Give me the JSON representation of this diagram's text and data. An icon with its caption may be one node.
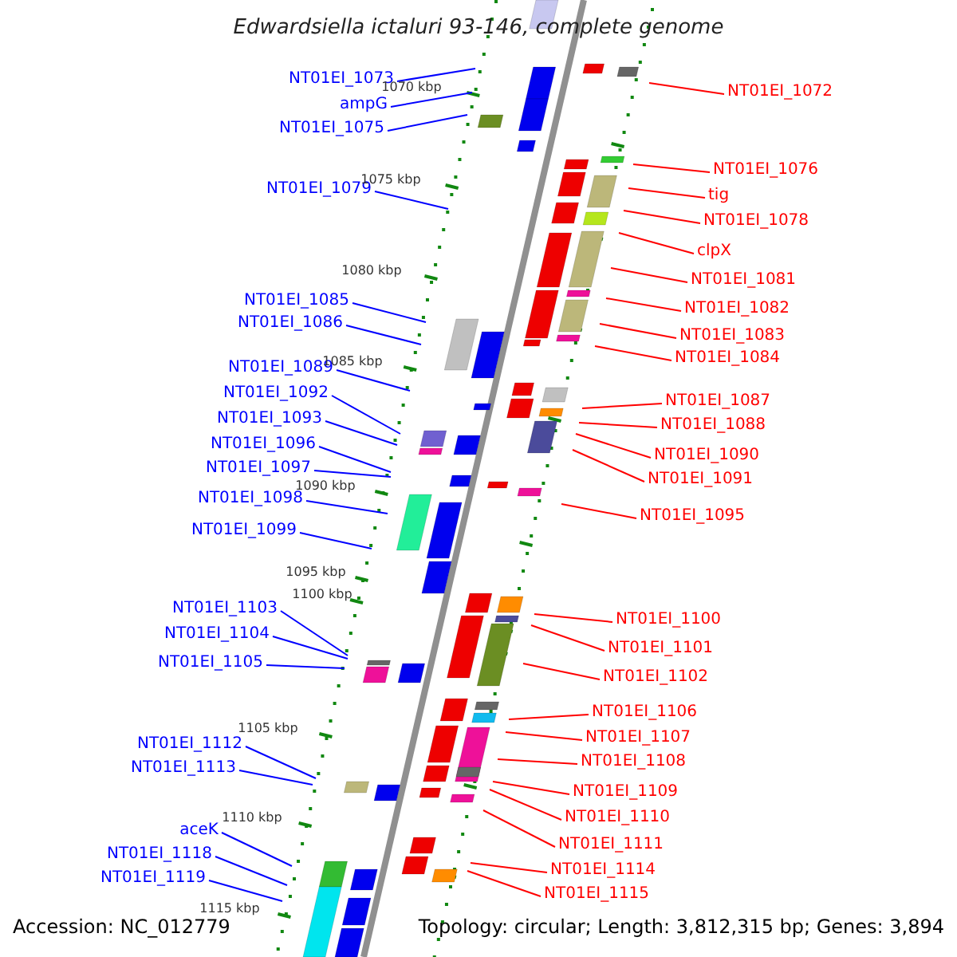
{
  "diagram": {
    "title": "Edwardsiella ictaluri 93-146, complete genome",
    "nodes": [
      {
        "text": [
          "NT01EI_1073"
        ]
      },
      {
        "text": [
          "ampG"
        ]
      },
      {
        "text": [
          "NT01EI_1075"
        ]
      },
      {
        "text": [
          "NT01EI_1079"
        ]
      },
      {
        "text": [
          "NT01EI_1085"
        ]
      },
      {
        "text": [
          "NT01EI_1086"
        ]
      },
      {
        "text": [
          "NT01EI_1089"
        ]
      },
      {
        "text": [
          "NT01EI_1092"
        ]
      },
      {
        "text": [
          "NT01EI_1093"
        ]
      },
      {
        "text": [
          "NT01EI_1096"
        ]
      },
      {
        "text": [
          "NT01EI_1097"
        ]
      },
      {
        "text": [
          "NT01EI_1098"
        ]
      },
      {
        "text": [
          "NT01EI_1099"
        ]
      },
      {
        "text": [
          "NT01EI_1103"
        ]
      },
      {
        "text": [
          "NT01EI_1104"
        ]
      },
      {
        "text": [
          "NT01EI_1105"
        ]
      },
      {
        "text": [
          "NT01EI_1112"
        ]
      },
      {
        "text": [
          "NT01EI_1113"
        ]
      },
      {
        "text": [
          "aceK"
        ]
      },
      {
        "text": [
          "NT01EI_1118"
        ]
      },
      {
        "text": [
          "NT01EI_1119"
        ]
      },
      {
        "text": [
          "NT01EI_1072"
        ]
      },
      {
        "text": [
          "NT01EI_1076"
        ]
      },
      {
        "text": [
          "tig"
        ]
      },
      {
        "text": [
          "NT01EI_1078"
        ]
      },
      {
        "text": [
          "clpX"
        ]
      },
      {
        "text": [
          "NT01EI_1081"
        ]
      },
      {
        "text": [
          "NT01EI_1082"
        ]
      },
      {
        "text": [
          "NT01EI_1083"
        ]
      },
      {
        "text": [
          "NT01EI_1084"
        ]
      },
      {
        "text": [
          "NT01EI_1087"
        ]
      },
      {
        "text": [
          "NT01EI_1088"
        ]
      },
      {
        "text": [
          "NT01EI_1090"
        ]
      },
      {
        "text": [
          "NT01EI_1091"
        ]
      },
      {
        "text": [
          "NT01EI_1095"
        ]
      },
      {
        "text": [
          "NT01EI_1100"
        ]
      },
      {
        "text": [
          "NT01EI_1101"
        ]
      },
      {
        "text": [
          "NT01EI_1102"
        ]
      },
      {
        "text": [
          "NT01EI_1106"
        ]
      },
      {
        "text": [
          "NT01EI_1107"
        ]
      },
      {
        "text": [
          "NT01EI_1108"
        ]
      },
      {
        "text": [
          "NT01EI_1109"
        ]
      },
      {
        "text": [
          "NT01EI_1110"
        ]
      },
      {
        "text": [
          "NT01EI_1111"
        ]
      },
      {
        "text": [
          "NT01EI_1114"
        ]
      },
      {
        "text": [
          "NT01EI_1115"
        ]
      }
    ],
    "edges": [
      {
        "from": 0,
        "to": null,
        "arrow": "none",
        "color": "#0000ff"
      },
      {
        "from": 1,
        "to": null,
        "arrow": "none",
        "color": "#0000ff"
      },
      {
        "from": 2,
        "to": null,
        "arrow": "none",
        "color": "#0000ff"
      },
      {
        "from": 3,
        "to": null,
        "arrow": "none",
        "color": "#0000ff"
      },
      {
        "from": 4,
        "to": null,
        "arrow": "none",
        "color": "#0000ff"
      },
      {
        "from": 5,
        "to": null,
        "arrow": "none",
        "color": "#0000ff"
      },
      {
        "from": 6,
        "to": null,
        "arrow": "none",
        "color": "#0000ff"
      },
      {
        "from": 7,
        "to": null,
        "arrow": "none",
        "color": "#0000ff"
      },
      {
        "from": 8,
        "to": null,
        "arrow": "none",
        "color": "#0000ff"
      },
      {
        "from": 9,
        "to": null,
        "arrow": "none",
        "color": "#0000ff"
      },
      {
        "from": 10,
        "to": null,
        "arrow": "none",
        "color": "#0000ff"
      },
      {
        "from": 11,
        "to": null,
        "arrow": "none",
        "color": "#0000ff"
      },
      {
        "from": 12,
        "to": null,
        "arrow": "none",
        "color": "#0000ff"
      },
      {
        "from": 13,
        "to": null,
        "arrow": "none",
        "color": "#0000ff"
      },
      {
        "from": 14,
        "to": null,
        "arrow": "none",
        "color": "#0000ff"
      },
      {
        "from": 15,
        "to": null,
        "arrow": "none",
        "color": "#0000ff"
      },
      {
        "from": 16,
        "to": null,
        "arrow": "none",
        "color": "#0000ff"
      },
      {
        "from": 17,
        "to": null,
        "arrow": "none",
        "color": "#0000ff"
      },
      {
        "from": 18,
        "to": null,
        "arrow": "none",
        "color": "#0000ff"
      },
      {
        "from": 19,
        "to": null,
        "arrow": "none",
        "color": "#0000ff"
      },
      {
        "from": 20,
        "to": null,
        "arrow": "none",
        "color": "#0000ff"
      },
      {
        "from": 21,
        "to": null,
        "arrow": "none"
      },
      {
        "from": 22,
        "to": null,
        "arrow": "none"
      },
      {
        "from": 23,
        "to": null,
        "arrow": "none"
      },
      {
        "from": 24,
        "to": null,
        "arrow": "none"
      },
      {
        "from": 25,
        "to": null,
        "arrow": "none"
      },
      {
        "from": 26,
        "to": null,
        "arrow": "none"
      },
      {
        "from": 27,
        "to": null,
        "arrow": "none"
      },
      {
        "from": 28,
        "to": null,
        "arrow": "none"
      },
      {
        "from": 29,
        "to": null,
        "arrow": "none"
      },
      {
        "from": 30,
        "to": null,
        "arrow": "none"
      },
      {
        "from": 31,
        "to": null,
        "arrow": "none"
      },
      {
        "from": 32,
        "to": null,
        "arrow": "none"
      },
      {
        "from": 33,
        "to": null,
        "arrow": "none"
      },
      {
        "from": 34,
        "to": null,
        "arrow": "none"
      },
      {
        "from": 35,
        "to": null,
        "arrow": "none"
      },
      {
        "from": 36,
        "to": null,
        "arrow": "none"
      },
      {
        "from": 37,
        "to": null,
        "arrow": "none"
      },
      {
        "from": 38,
        "to": null,
        "arrow": "none"
      },
      {
        "from": 39,
        "to": null,
        "arrow": "none"
      },
      {
        "from": 40,
        "to": null,
        "arrow": "none"
      },
      {
        "from": 41,
        "to": null,
        "arrow": "none"
      },
      {
        "from": 42,
        "to": null,
        "arrow": "none"
      },
      {
        "from": 43,
        "to": null,
        "arrow": "none"
      },
      {
        "from": 44,
        "to": null,
        "arrow": "none"
      },
      {
        "from": 45,
        "to": null,
        "arrow": "none"
      }
    ],
    "labels": [
      "1070 kbp",
      "1075 kbp",
      "1080 kbp",
      "1085 kbp",
      "1090 kbp",
      "1095 kbp",
      "1100 kbp",
      "1105 kbp",
      "1110 kbp",
      "1115 kbp",
      "Accession: NC_012779",
      "Topology: circular; Length: 3,812,315 bp; Genes: 3,894"
    ]
  }
}
